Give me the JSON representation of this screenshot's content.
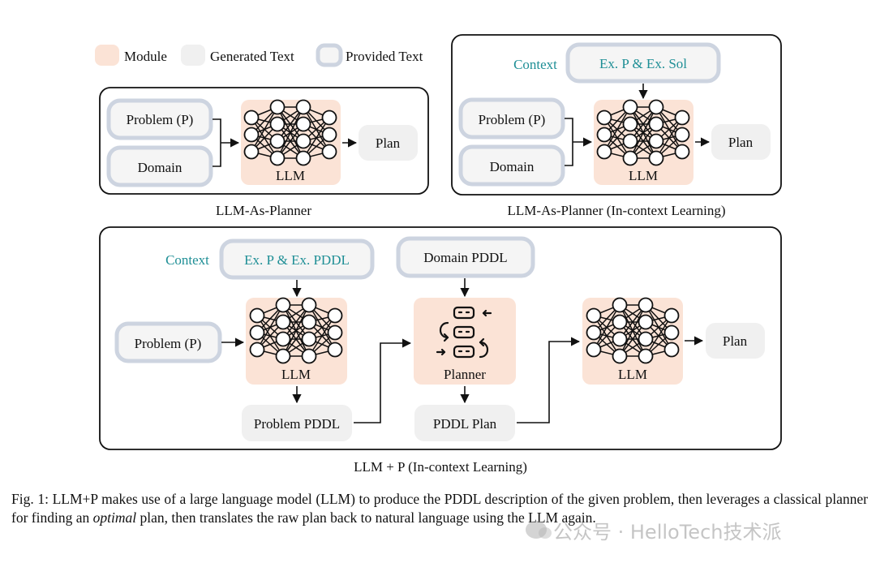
{
  "legend": {
    "module": "Module",
    "generated": "Generated Text",
    "provided": "Provided Text"
  },
  "panels": {
    "a": {
      "problem": "Problem (P)",
      "domain": "Domain",
      "llm": "LLM",
      "plan": "Plan",
      "title": "LLM-As-Planner"
    },
    "b": {
      "context": "Context",
      "example": "Ex. P & Ex. Sol",
      "problem": "Problem (P)",
      "domain": "Domain",
      "llm": "LLM",
      "plan": "Plan",
      "title": "LLM-As-Planner (In-context Learning)"
    },
    "c": {
      "context": "Context",
      "example": "Ex. P & Ex. PDDL",
      "domain_pddl": "Domain PDDL",
      "problem": "Problem (P)",
      "llm": "LLM",
      "problem_pddl": "Problem PDDL",
      "planner": "Planner",
      "pddl_plan": "PDDL Plan",
      "llm2": "LLM",
      "plan": "Plan",
      "title": "LLM + P (In-context Learning)"
    }
  },
  "caption": {
    "prefix": "Fig. 1: LLM+P makes use of a large language model (LLM) to produce the PDDL description of the given problem, then leverages a classical planner for finding an",
    "emph": "optimal",
    "suffix": "plan, then translates the raw plan back to natural language using the LLM again."
  },
  "watermark": {
    "text": "公众号 · HelloTech技术派"
  },
  "colors": {
    "module": "#fbe3d6",
    "generated": "#f0f0f0",
    "provided_border": "#cdd4e0",
    "context": "#1f8f96"
  }
}
